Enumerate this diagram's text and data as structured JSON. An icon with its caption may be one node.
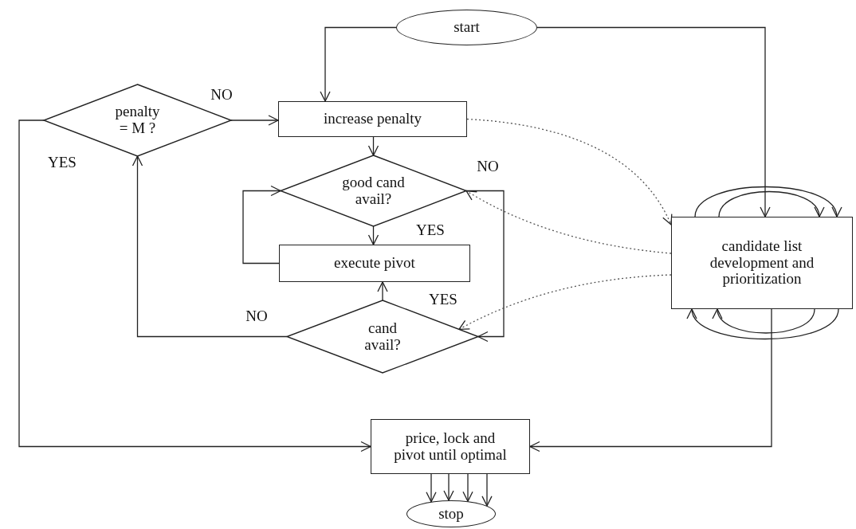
{
  "diagram": {
    "nodes": [
      {
        "text": [
          "start"
        ]
      },
      {
        "text": [
          "penalty = M ?"
        ]
      },
      {
        "text": [
          "increase penalty"
        ]
      },
      {
        "text": [
          "good cand avail?"
        ]
      },
      {
        "text": [
          "execute pivot"
        ]
      },
      {
        "text": [
          "cand avail?"
        ]
      },
      {
        "text": [
          "candidate list development and prioritization"
        ]
      },
      {
        "text": [
          "price, lock and pivot until optimal"
        ]
      },
      {
        "text": [
          "stop"
        ]
      }
    ],
    "edges": [
      {
        "from": 0,
        "to": 2,
        "arrow": "to"
      },
      {
        "from": 0,
        "to": 6,
        "arrow": "to"
      },
      {
        "from": 1,
        "to": 2,
        "arrow": "to",
        "label": "NO"
      },
      {
        "from": 1,
        "to": 7,
        "arrow": "to",
        "label": "YES"
      },
      {
        "from": 2,
        "to": 3,
        "arrow": "to"
      },
      {
        "from": 3,
        "to": 4,
        "arrow": "to",
        "label": "YES"
      },
      {
        "from": 4,
        "to": 3,
        "arrow": "to"
      },
      {
        "from": 3,
        "to": 5,
        "arrow": "to",
        "label": "NO"
      },
      {
        "from": 5,
        "to": 4,
        "arrow": "to",
        "label": "YES"
      },
      {
        "from": 5,
        "to": 1,
        "arrow": "to",
        "label": "NO"
      },
      {
        "from": 2,
        "to": 6,
        "arrow": "to",
        "style": "dashed"
      },
      {
        "from": 6,
        "to": 3,
        "arrow": "to",
        "style": "dashed"
      },
      {
        "from": 6,
        "to": 5,
        "arrow": "to",
        "style": "dashed"
      },
      {
        "from": 6,
        "to": 7,
        "arrow": "to"
      },
      {
        "from": 7,
        "to": 8,
        "arrow": "to"
      },
      {
        "from": 7,
        "to": 8,
        "arrow": "to"
      },
      {
        "from": 7,
        "to": 8,
        "arrow": "to"
      },
      {
        "from": 7,
        "to": 8,
        "arrow": "to"
      },
      {
        "from": 6,
        "to": 6,
        "arrow": "to"
      },
      {
        "from": 6,
        "to": 6,
        "arrow": "to"
      },
      {
        "from": 6,
        "to": 6,
        "arrow": "to"
      },
      {
        "from": 6,
        "to": 6,
        "arrow": "to"
      }
    ]
  }
}
